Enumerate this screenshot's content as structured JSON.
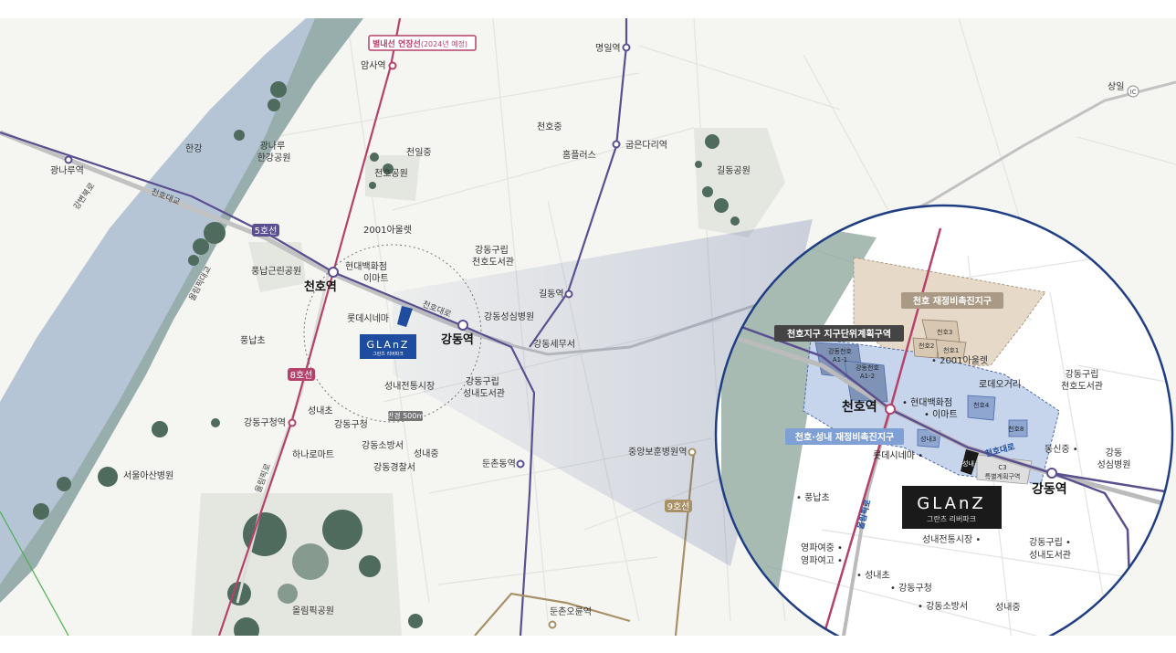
{
  "lines": {
    "line5": "5호선",
    "line8": "8호선",
    "line9": "9호선",
    "byeolnae": "별내선 연장선",
    "byeolnae_note": "(2024년 예정)"
  },
  "stations": {
    "amsa": "암사역",
    "gwangnaru": "광나루역",
    "cheonho": "천호역",
    "gangdong": "강동역",
    "myeongil": "명일역",
    "gubeundari": "굽은다리역",
    "gildong": "길동역",
    "gangdonggucheong": "강동구청역",
    "dunchondong": "둔촌동역",
    "jungangbohun": "중앙보훈병원역",
    "dunchonoryun": "둔촌오륜역",
    "sangil_ic": "상일",
    "ic": "IC"
  },
  "places": {
    "hangang": "한강",
    "gwangnaru_park": "광나루\n한강공원",
    "cheonil_ms": "천일중",
    "cheonho_park": "천호공원",
    "cheonho_ms": "천호중",
    "homeplus": "홈플러스",
    "gildong_park": "길동공원",
    "outlet2001": "2001아울렛",
    "gangdong_lib_cheonho": "강동구립\n천호도서관",
    "hyundai_dept": "현대백화점",
    "emart": "이마트",
    "pungnap_park": "풍납근린공원",
    "lotte_cinema": "롯데시네마",
    "gangdong_sungsim": "강동성심병원",
    "gangdong_tax": "강동세무서",
    "pungnapcho": "풍납초",
    "seongnae_market": "성내전통시장",
    "gangdong_lib_seongnae": "강동구립\n성내도서관",
    "radius": "반경 500m",
    "seongnaecho": "성내초",
    "gangdong_gucheong": "강동구청",
    "hanaro": "하나로마트",
    "gangdong_fire": "강동소방서",
    "seongnae_ms": "성내중",
    "gangdong_police": "강동경찰서",
    "asan_hospital": "서울아산병원",
    "olympic_park": "올림픽공원"
  },
  "roads": {
    "gangbyeon": "강변북로",
    "cheonho_bridge": "천호대교",
    "olympic_bridge": "올림픽대교",
    "cheonho_daero": "천호대로",
    "olympic_ro": "올림픽로"
  },
  "brand": {
    "logo": "GLAnZ",
    "sub": "그란츠 리버파크"
  },
  "inset": {
    "zone_redev": "천호 재정비촉진지구",
    "zone_district": "천호지구 지구단위계획구역",
    "zone_cheonho_seongnae": "천호·성내 재정비촉진지구",
    "cheonho3": "천호3",
    "cheonho2": "천호2",
    "cheonho1": "천호1",
    "outlet2001": "2001아울렛",
    "a1_1": "강동천호\nA1-1",
    "a1_2": "강동천호\nA1-2",
    "rodeo": "로데오거리",
    "hyundai": "현대백화점",
    "emart": "이마트",
    "cheonho4": "천호4",
    "cheonho8": "천호8",
    "seongnae3": "성내3",
    "lotte": "롯데시네마",
    "seongnae_short": "성내",
    "c3": "C3",
    "special_zone": "특별계획구역",
    "cheonho_station": "천호역",
    "gangdong_station": "강동역",
    "lib_cheonho": "강동구립\n천호도서관",
    "dongsin_ms": "동신중",
    "gangdong_sungsim": "강동\n성심병원",
    "pungnapcho": "풍납초",
    "yeongpa": "영파여중\n영파여고",
    "seongnae_market": "성내전통시장",
    "lib_seongnae": "강동구립\n성내도서관",
    "seongnaecho": "성내초",
    "gangdong_gucheong": "강동구청",
    "gangdong_fire": "강동소방서",
    "seongnae_ms": "성내중",
    "road_cheonho": "천호대로",
    "road_olympic": "올림픽로"
  },
  "colors": {
    "river": "#b5c5d6",
    "line5": "#5b4f90",
    "line8": "#b5426a",
    "line9": "#a89067",
    "inset_border": "#1f3e83",
    "zone_blue": "#c7d5ec",
    "zone_brown": "#e6d9c8",
    "brand_dark": "#1a1a1a",
    "brand_blue": "#1e4da0"
  }
}
